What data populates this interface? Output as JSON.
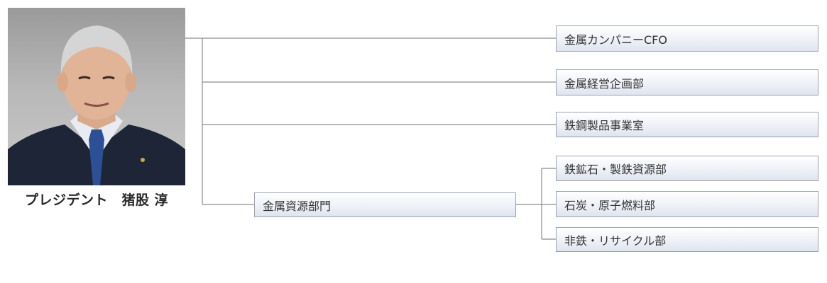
{
  "president": {
    "caption": "プレジデント　猪股 淳",
    "photo": "president-portrait"
  },
  "org": {
    "top_units": [
      "金属カンパニーCFO",
      "金属経営企画部",
      "鉄鋼製品事業室"
    ],
    "division": "金属資源部門",
    "sub_units": [
      "鉄鉱石・製鉄資源部",
      "石炭・原子燃料部",
      "非鉄・リサイクル部"
    ]
  },
  "colors": {
    "connector": "#8c8c8c",
    "box_border": "#9aa4b4",
    "box_fill_top": "#ffffff",
    "box_fill_bottom": "#dfe4ee"
  }
}
